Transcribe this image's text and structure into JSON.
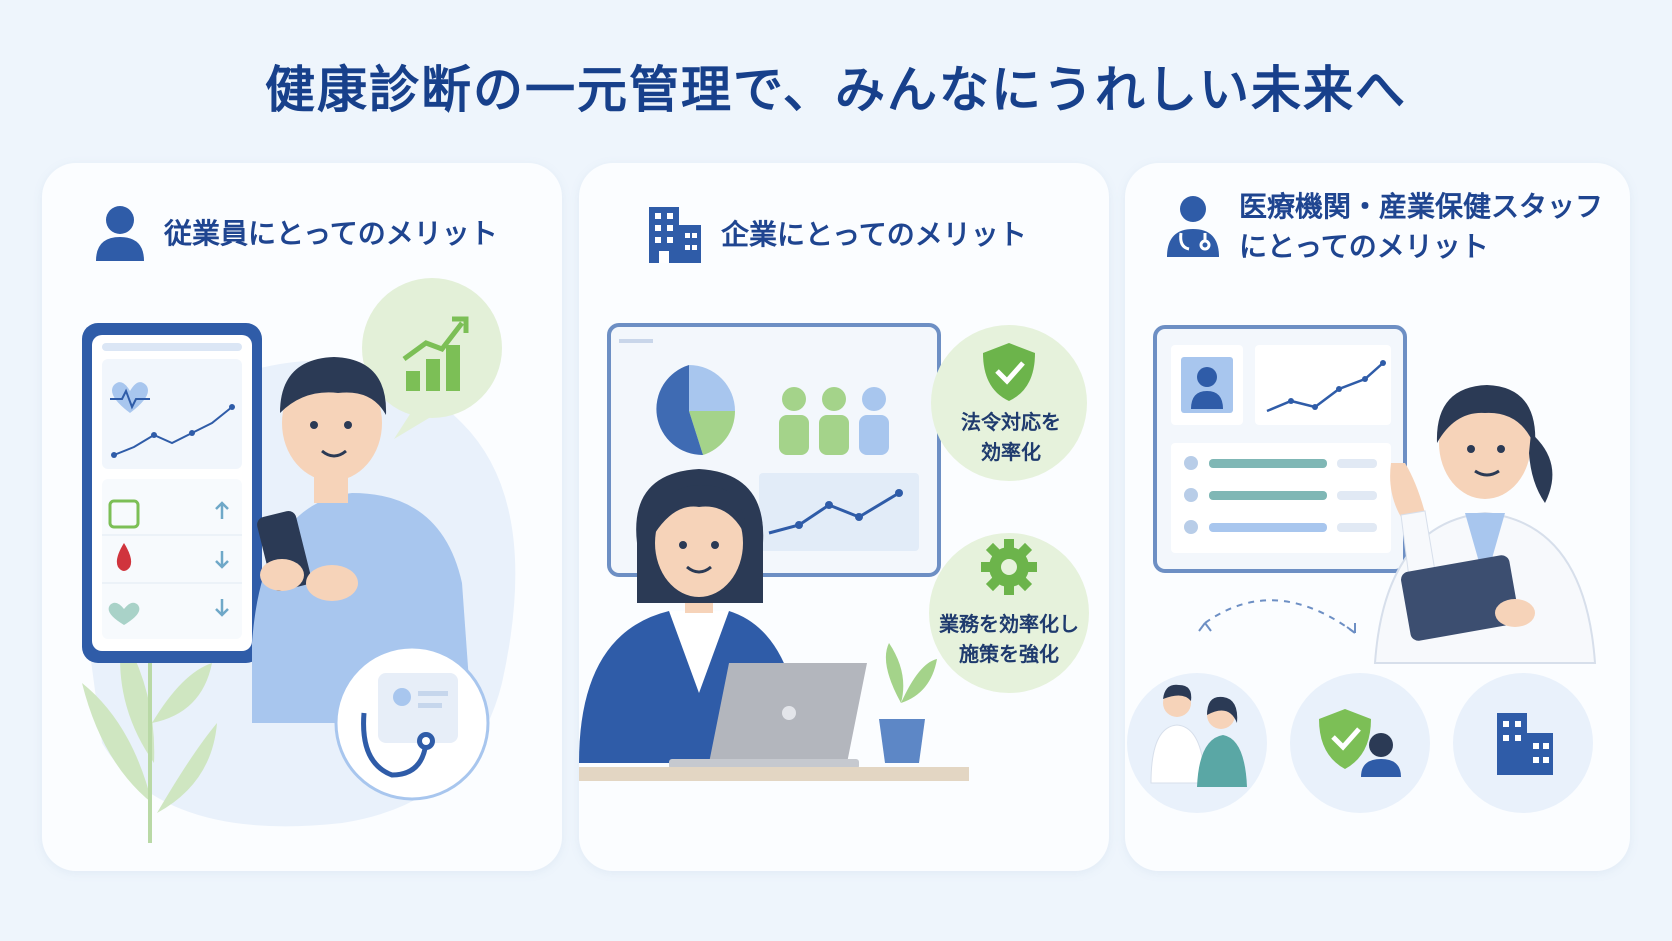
{
  "page": {
    "title": "健康診断の一元管理で、みんなにうれしい未来へ"
  },
  "cards": [
    {
      "icon": "person-icon",
      "heading": "従業員にとってのメリット"
    },
    {
      "icon": "building-icon",
      "heading": "企業にとってのメリット",
      "bubbles": [
        {
          "icon": "shield-check-icon",
          "line1": "法令対応を",
          "line2": "効率化"
        },
        {
          "icon": "gear-icon",
          "line1": "業務を効率化し",
          "line2": "施策を強化"
        }
      ]
    },
    {
      "icon": "doctor-icon",
      "heading_line1": "医療機関・産業保健スタッフ",
      "heading_line2": "にとってのメリット"
    }
  ],
  "colors": {
    "background": "#eef5fc",
    "title": "#17408b",
    "heading": "#1f4590",
    "brand_blue": "#2f5ca8",
    "light_blue": "#a8c6ee",
    "green": "#7cbf56",
    "light_green": "#e6f2dc"
  }
}
